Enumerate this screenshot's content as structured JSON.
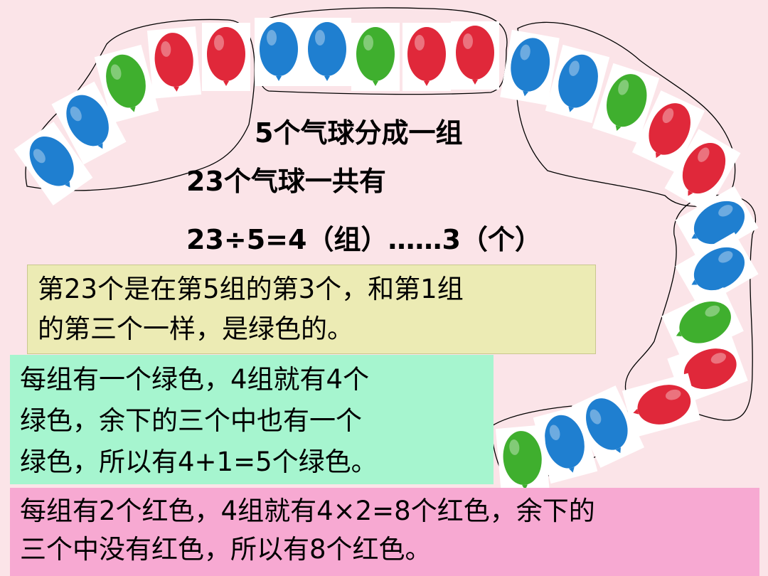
{
  "heading": {
    "line1": "5个气球分成一组",
    "line2": "23个气球一共有",
    "line3": "23÷5=4（组）……3（个）"
  },
  "box1": {
    "line1": "第23个是在第5组的第3个，和第1组",
    "line2": "的第三个一样，是绿色的。"
  },
  "box2": {
    "line1": "每组有一个绿色，4组就有4个",
    "line2": "绿色，余下的三个中也有一个",
    "line3": "绿色，所以有4+1=5个绿色。"
  },
  "box3": {
    "line1": "每组有2个红色，4组就有4×2=8个红色，余下的",
    "line2": "三个中没有红色，所以有8个红色。"
  },
  "balloons": {
    "sequence": [
      "blue",
      "blue",
      "green",
      "red",
      "red",
      "blue",
      "blue",
      "green",
      "red",
      "red",
      "blue",
      "blue",
      "green",
      "red",
      "red",
      "blue",
      "blue",
      "green",
      "red",
      "red",
      "blue",
      "blue",
      "green"
    ],
    "colors": {
      "blue": "#1f7fd0",
      "green": "#3faf2e",
      "red": "#e0283a"
    }
  }
}
